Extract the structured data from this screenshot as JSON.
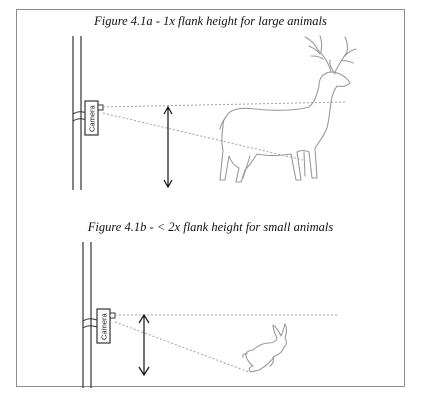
{
  "figures": [
    {
      "caption": "Figure 4.1a - 1x flank height for large animals",
      "camera_label": "Camera",
      "animal": "deer-silhouette"
    },
    {
      "caption": "Figure 4.1b - < 2x flank height for small animals",
      "camera_label": "Camera",
      "animal": "rabbit-silhouette"
    }
  ],
  "colors": {
    "frame_border": "#8c8c8c",
    "post": "#333333",
    "sightline": "#a0a0a0",
    "silhouette_stroke": "#9a9a9a"
  }
}
